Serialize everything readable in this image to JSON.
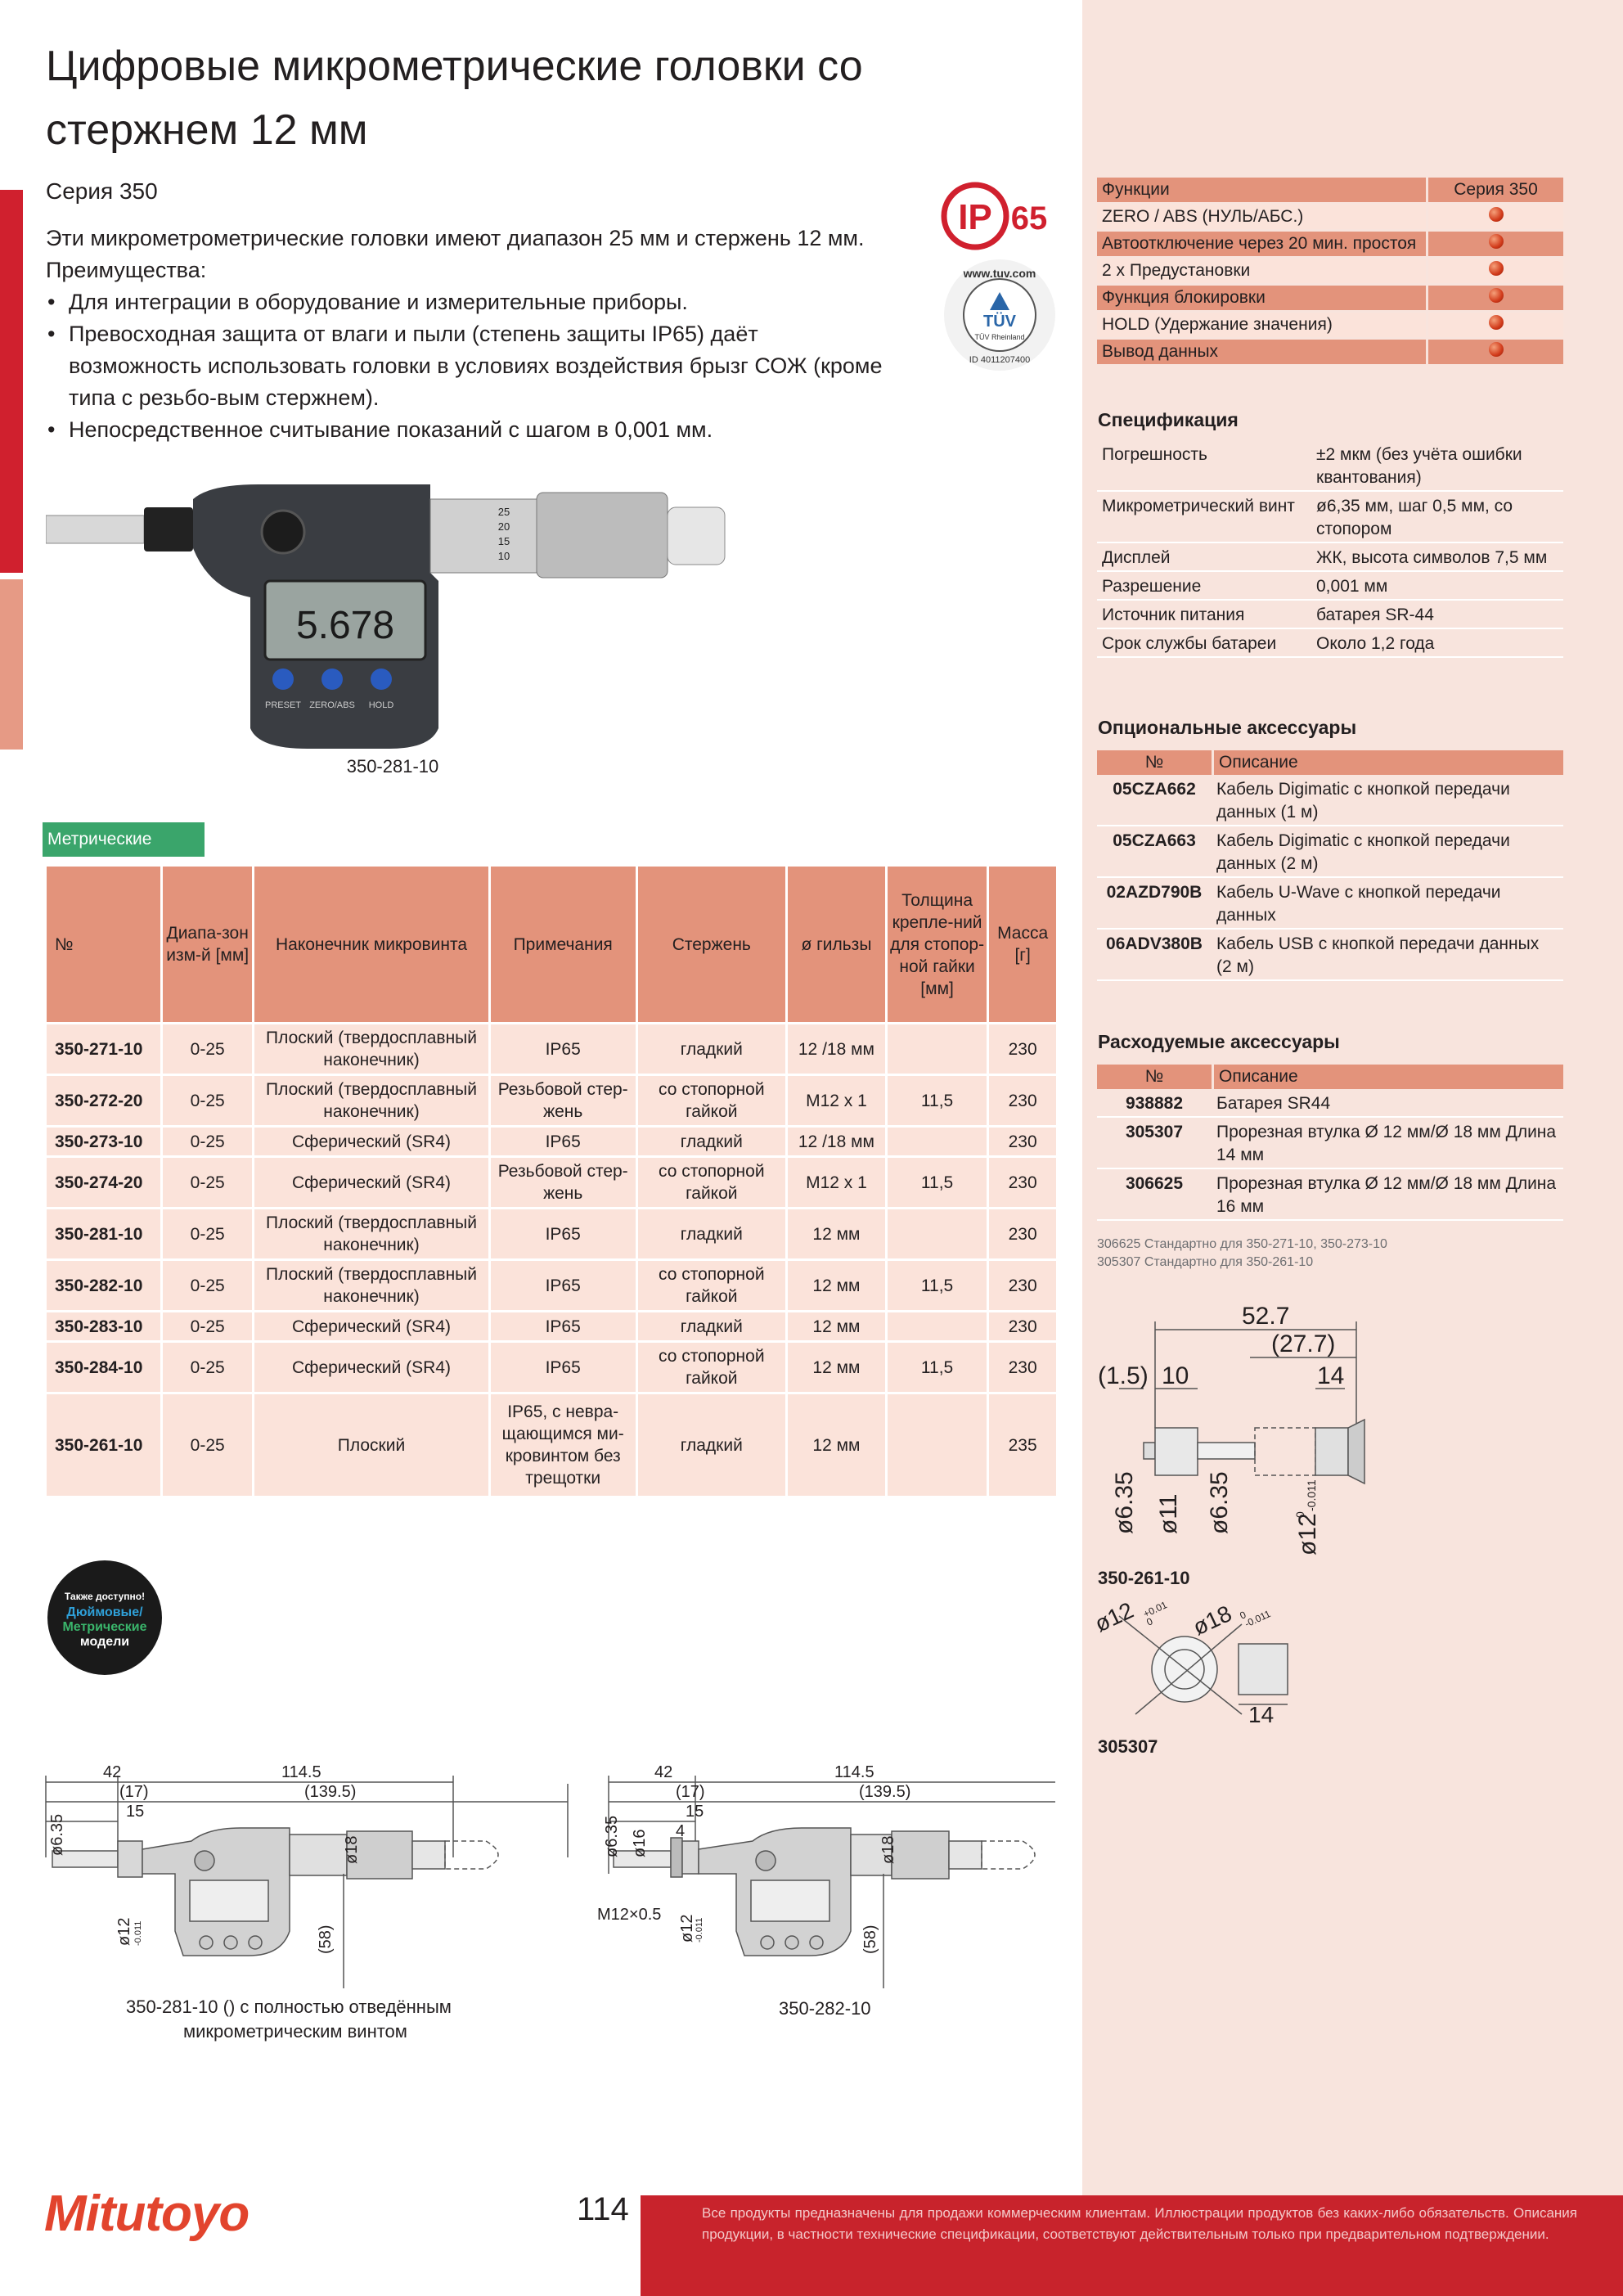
{
  "title": "Цифровые микрометрические головки со стержнем 12 мм",
  "series": "Серия 350",
  "intro": {
    "text": "Эти микрометрометрические головки имеют диапазон 25 мм и стержень 12 мм. Преимущества:",
    "bullets": [
      "Для интеграции в оборудование и измерительные приборы.",
      "Превосходная защита от влаги и пыли (степень защиты IP65) даёт возможность использовать головки в условиях воздействия брызг СОЖ (кроме типа с резьбо-вым стержнем).",
      "Непосредственное считывание показаний с шагом в 0,001 мм."
    ]
  },
  "product": {
    "display_value": "5.678",
    "scale_numbers": [
      "25",
      "20",
      "15",
      "10"
    ],
    "button_labels": [
      "PRESET",
      "ZERO/ABS",
      "HOLD"
    ],
    "caption": "350-281-10"
  },
  "badges": {
    "ip": "IP",
    "ip_num": "65",
    "tuv_url": "www.tuv.com",
    "tuv_name": "TÜV",
    "tuv_sub": "TÜV Rheinland",
    "tuv_id": "ID 4011207400"
  },
  "metric_label": "Метрические",
  "main_table": {
    "headers": [
      "№",
      "Диапа-зон изм-й [мм]",
      "Наконечник микровинта",
      "Примечания",
      "Стержень",
      "ø гильзы",
      "Толщина крепле-ний для стопор-ной гайки [мм]",
      "Масса [г]"
    ],
    "rows": [
      [
        "350-271-10",
        "0-25",
        "Плоский (твердосплавный наконечник)",
        "IP65",
        "гладкий",
        "12 /18 мм",
        "",
        "230"
      ],
      [
        "350-272-20",
        "0-25",
        "Плоский (твердосплавный наконечник)",
        "Резьбовой стер-жень",
        "со стопорной гайкой",
        "M12 x 1",
        "11,5",
        "230"
      ],
      [
        "350-273-10",
        "0-25",
        "Сферический (SR4)",
        "IP65",
        "гладкий",
        "12 /18 мм",
        "",
        "230"
      ],
      [
        "350-274-20",
        "0-25",
        "Сферический (SR4)",
        "Резьбовой стер-жень",
        "со стопорной гайкой",
        "M12 x 1",
        "11,5",
        "230"
      ],
      [
        "350-281-10",
        "0-25",
        "Плоский (твердосплавный наконечник)",
        "IP65",
        "гладкий",
        "12 мм",
        "",
        "230"
      ],
      [
        "350-282-10",
        "0-25",
        "Плоский (твердосплавный наконечник)",
        "IP65",
        "со стопорной гайкой",
        "12 мм",
        "11,5",
        "230"
      ],
      [
        "350-283-10",
        "0-25",
        "Сферический (SR4)",
        "IP65",
        "гладкий",
        "12 мм",
        "",
        "230"
      ],
      [
        "350-284-10",
        "0-25",
        "Сферический (SR4)",
        "IP65",
        "со стопорной гайкой",
        "12 мм",
        "11,5",
        "230"
      ],
      [
        "350-261-10",
        "0-25",
        "Плоский",
        "IP65, с невра-щающимся ми-кровинтом без трещотки",
        "гладкий",
        "12 мм",
        "",
        "235"
      ]
    ]
  },
  "round_badge": {
    "line1": "Также доступно!",
    "line2": "Дюймовые/",
    "line3": "Метрические",
    "line4": "модели"
  },
  "functions_table": {
    "headers": [
      "Функции",
      "Серия 350"
    ],
    "rows": [
      "ZERO / ABS (НУЛЬ/АБС.)",
      "Автоотключение через 20 мин. простоя",
      "2 x Предустановки",
      "Функция блокировки",
      "HOLD (Удержание значения)",
      "Вывод данных"
    ]
  },
  "spec": {
    "title": "Спецификация",
    "rows": [
      [
        "Погрешность",
        "±2 мкм (без учёта ошибки квантования)"
      ],
      [
        "Микрометрический винт",
        "ø6,35 мм, шаг 0,5 мм, со стопором"
      ],
      [
        "Дисплей",
        "ЖК, высота символов 7,5 мм"
      ],
      [
        "Разрешение",
        "0,001 мм"
      ],
      [
        "Источник питания",
        "батарея SR-44"
      ],
      [
        "Срок службы батареи",
        "Около 1,2 года"
      ]
    ]
  },
  "optional": {
    "title": "Опциональные аксессуары",
    "headers": [
      "№",
      "Описание"
    ],
    "rows": [
      [
        "05CZA662",
        "Кабель Digimatic с кнопкой передачи данных (1 м)"
      ],
      [
        "05CZA663",
        "Кабель Digimatic с кнопкой передачи данных (2 м)"
      ],
      [
        "02AZD790B",
        "Кабель U-Wave с кнопкой передачи данных"
      ],
      [
        "06ADV380B",
        "Кабель USB с кнопкой передачи данных (2 м)"
      ]
    ]
  },
  "consumables": {
    "title": "Расходуемые аксессуары",
    "headers": [
      "№",
      "Описание"
    ],
    "rows": [
      [
        "938882",
        "Батарея SR44"
      ],
      [
        "305307",
        "Прорезная втулка Ø 12 мм/Ø 18 мм Длина 14 мм"
      ],
      [
        "306625",
        "Прорезная втулка Ø 12 мм/Ø 18 мм Длина 16 мм"
      ]
    ],
    "notes": [
      "306625 Стандартно для 350-271-10, 350-273-10",
      "305307 Стандартно для 350-261-10"
    ]
  },
  "drawing_261": {
    "dims": [
      "52.7",
      "(27.7)",
      "(1.5)",
      "10",
      "14",
      "ø6.35",
      "ø11",
      "ø6.35",
      "ø12"
    ],
    "tol": [
      "0",
      "-0.011"
    ],
    "caption": "350-261-10"
  },
  "drawing_305307": {
    "dims": [
      "ø12",
      "ø18",
      "14"
    ],
    "tol12": [
      "+0.01",
      "0"
    ],
    "tol18": [
      "0",
      "-0.011"
    ],
    "caption": "305307"
  },
  "drawing_281": {
    "dims": [
      "42",
      "114.5",
      "(17)",
      "(139.5)",
      "15",
      "ø6.35",
      "ø18",
      "ø12",
      "(58)"
    ],
    "tol": "-0.011",
    "caption_line1": "350-281-10   () с полностью отведённым",
    "caption_line2": "микрометрическим винтом"
  },
  "drawing_282": {
    "dims": [
      "42",
      "114.5",
      "(17)",
      "(139.5)",
      "15",
      "4",
      "ø6.35",
      "ø16",
      "M12×0.5",
      "ø12",
      "ø18",
      "(58)"
    ],
    "tol": "-0.011",
    "caption": "350-282-10"
  },
  "footer": {
    "brand": "Mitutoyo",
    "page": "114",
    "disclaimer": "Все продукты предназначены для продажи коммерческим клиентам. Иллюстрации продуктов без каких-либо обязательств. Описания продукции, в частности технические спецификации, соответствуют действительным только при предварительном подтверждении."
  },
  "colors": {
    "accent_red": "#c8232c",
    "table_header": "#e3937b",
    "table_cell": "#fbe3da",
    "panel": "#f8e4dd",
    "metric_green": "#3aa56b"
  }
}
